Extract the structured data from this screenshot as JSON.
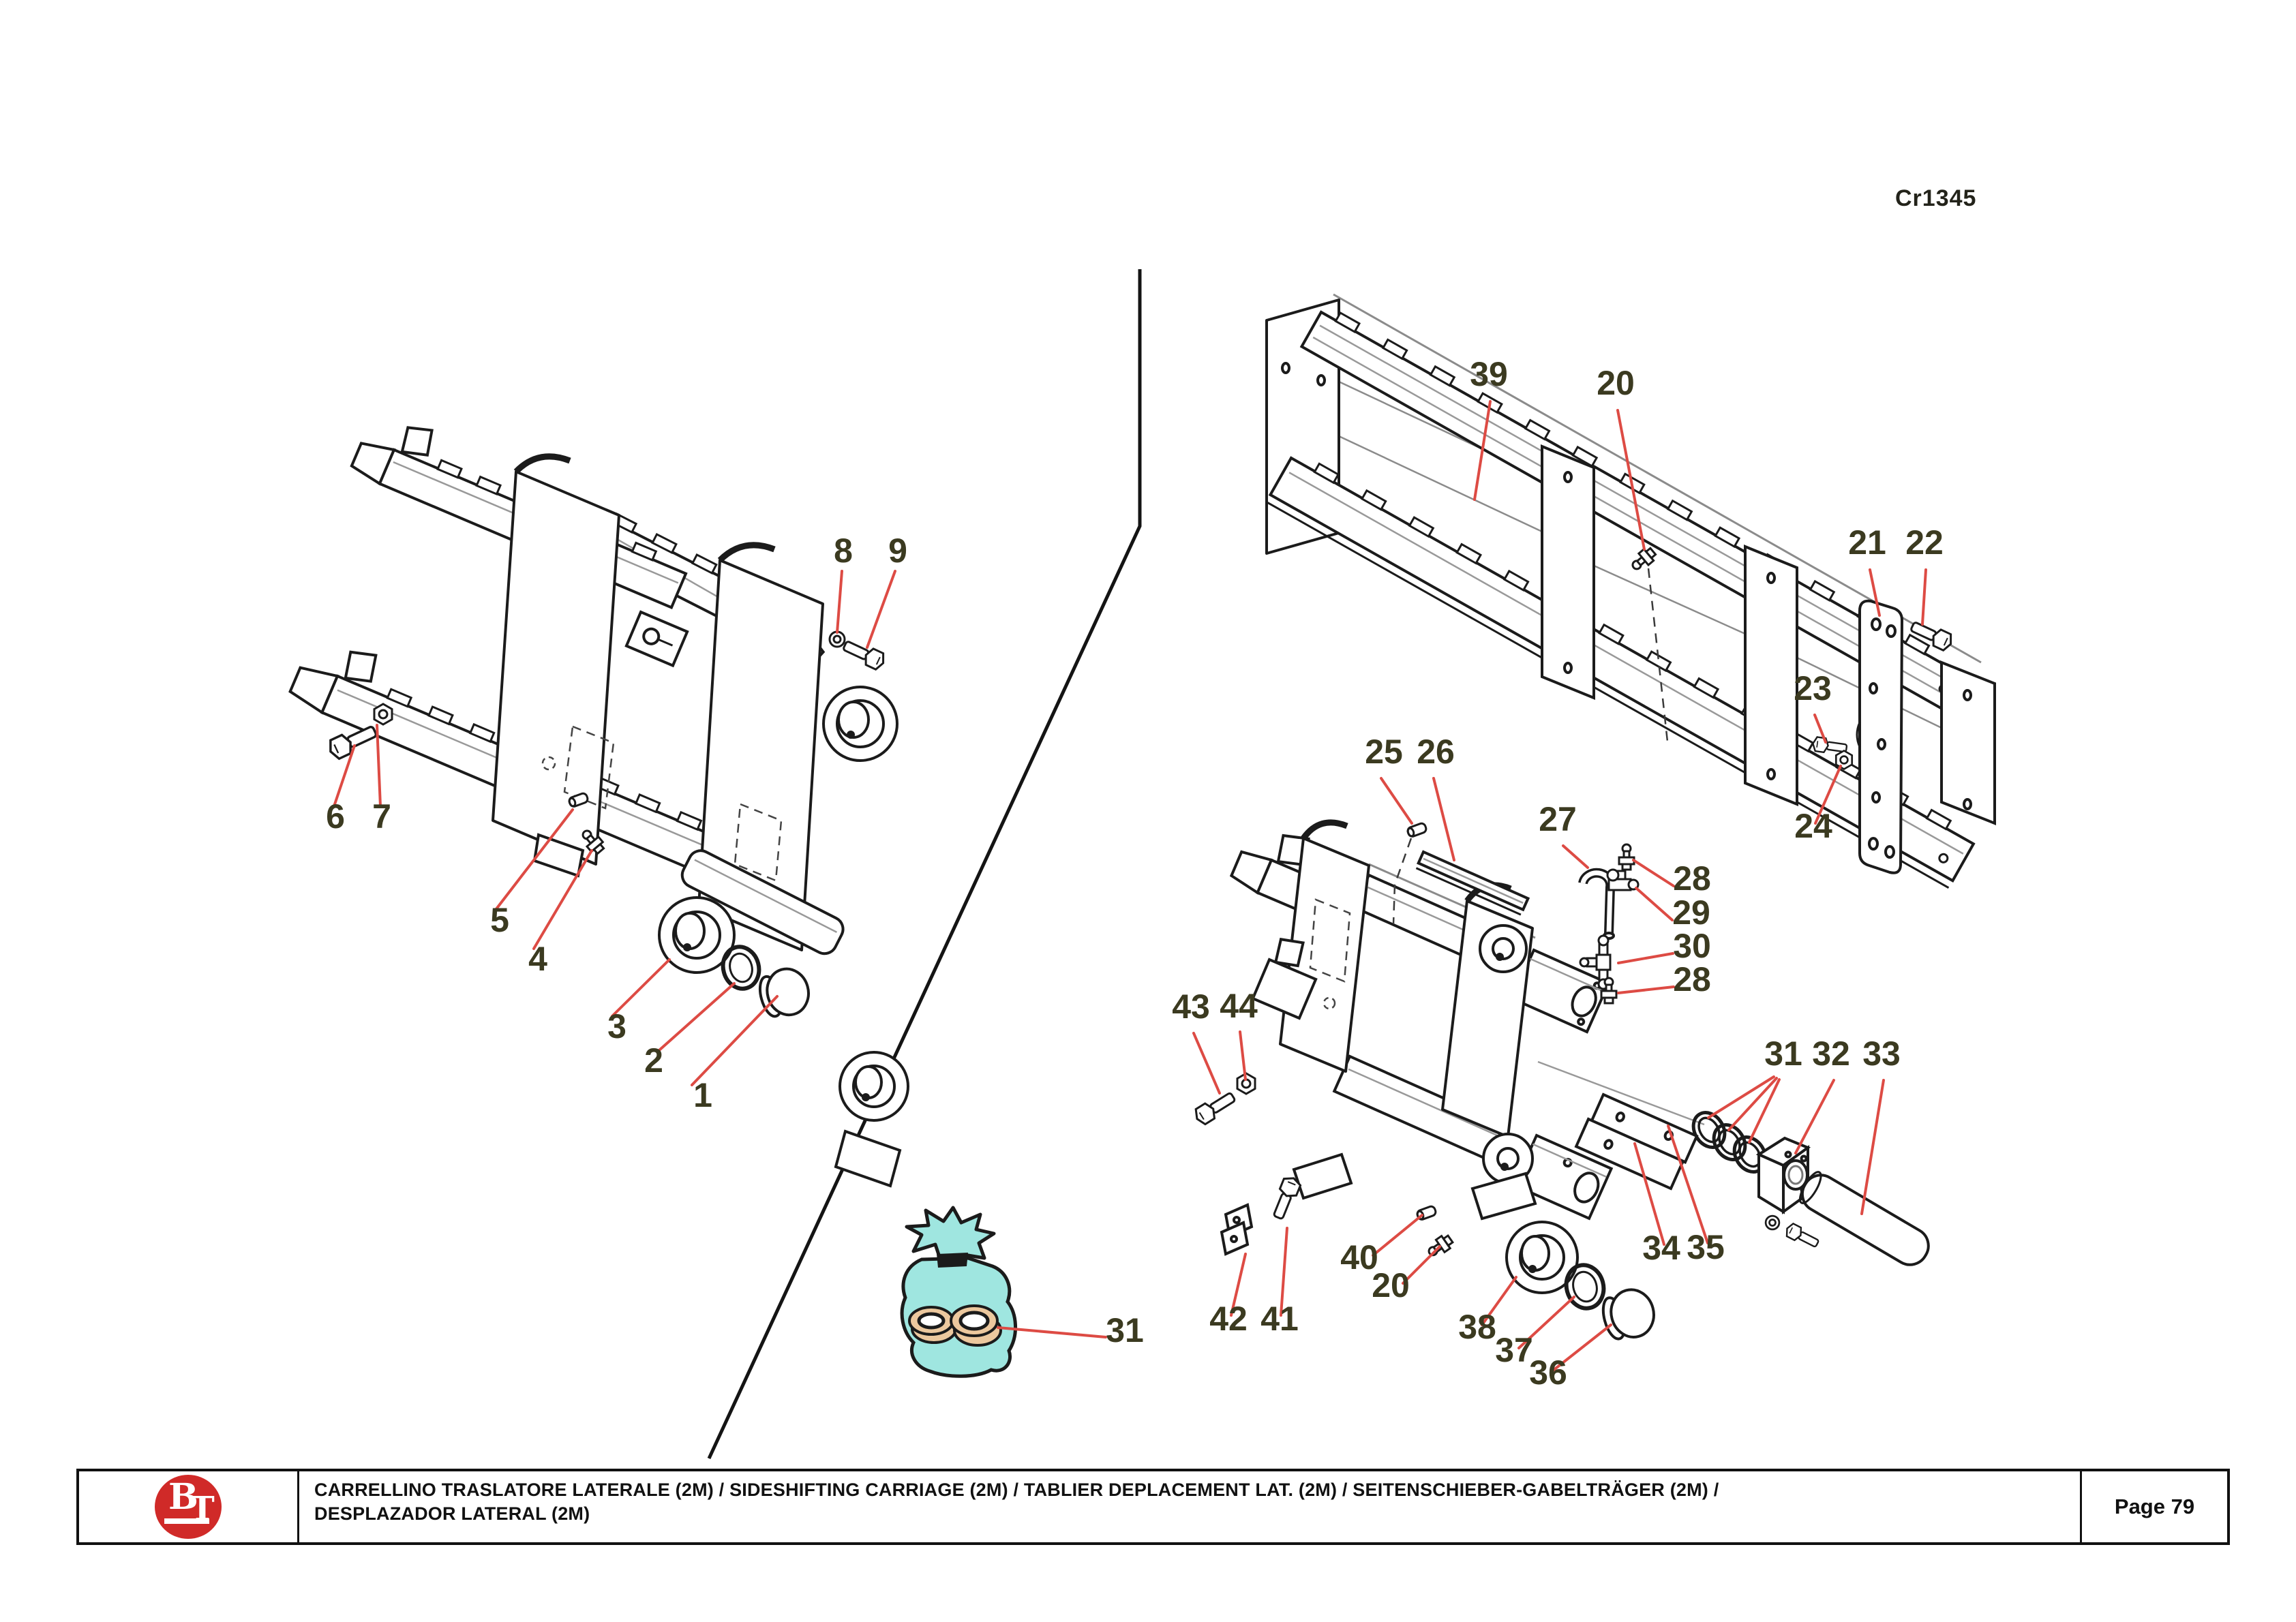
{
  "page": {
    "drawing_code": "Cr1345",
    "footer": {
      "logo_b": "B",
      "logo_t": "T",
      "title_line1": "CARRELLINO TRASLATORE LATERALE (2M) / SIDESHIFTING CARRIAGE (2M) / TABLIER DEPLACEMENT LAT. (2M) / SEITENSCHIEBER-GABELTRÄGER (2M) /",
      "title_line2": "DESPLAZADOR LATERAL (2M)",
      "page_label": "Page 79"
    }
  },
  "colors": {
    "leader_red": "#dd4b44",
    "callout_label": "#3b3a20",
    "line_black": "#1b1b1b",
    "bag_teal": "#9fe6e0",
    "seal_tan": "#ecc89e",
    "logo_red": "#d02a28"
  },
  "callouts": {
    "n1": "1",
    "n2": "2",
    "n3": "3",
    "n4": "4",
    "n5": "5",
    "n6": "6",
    "n7": "7",
    "n8": "8",
    "n9": "9",
    "n20": "20",
    "n21": "21",
    "n22": "22",
    "n23": "23",
    "n24": "24",
    "n25": "25",
    "n26": "26",
    "n27": "27",
    "n28": "28",
    "n29": "29",
    "n30": "30",
    "n31": "31",
    "n32": "32",
    "n33": "33",
    "n34": "34",
    "n35": "35",
    "n36": "36",
    "n37": "37",
    "n38": "38",
    "n39": "39",
    "n40": "40",
    "n41": "41",
    "n42": "42",
    "n43": "43",
    "n44": "44"
  }
}
